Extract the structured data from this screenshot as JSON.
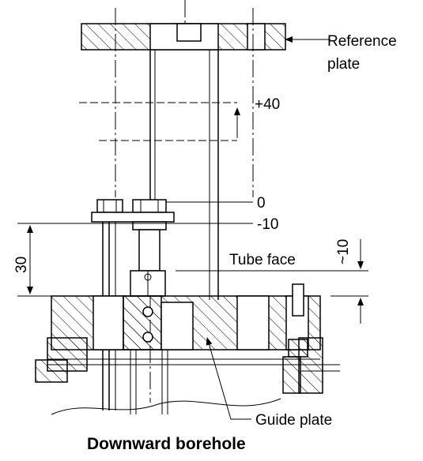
{
  "labels": {
    "reference_plate_line1": "Reference",
    "reference_plate_line2": "plate",
    "plus40": "+40",
    "zero": "0",
    "minus10": "-10",
    "tube_face": "Tube face",
    "approx10": "~10",
    "thirty": "30",
    "guide_plate": "Guide plate"
  },
  "title": "Downward borehole"
}
